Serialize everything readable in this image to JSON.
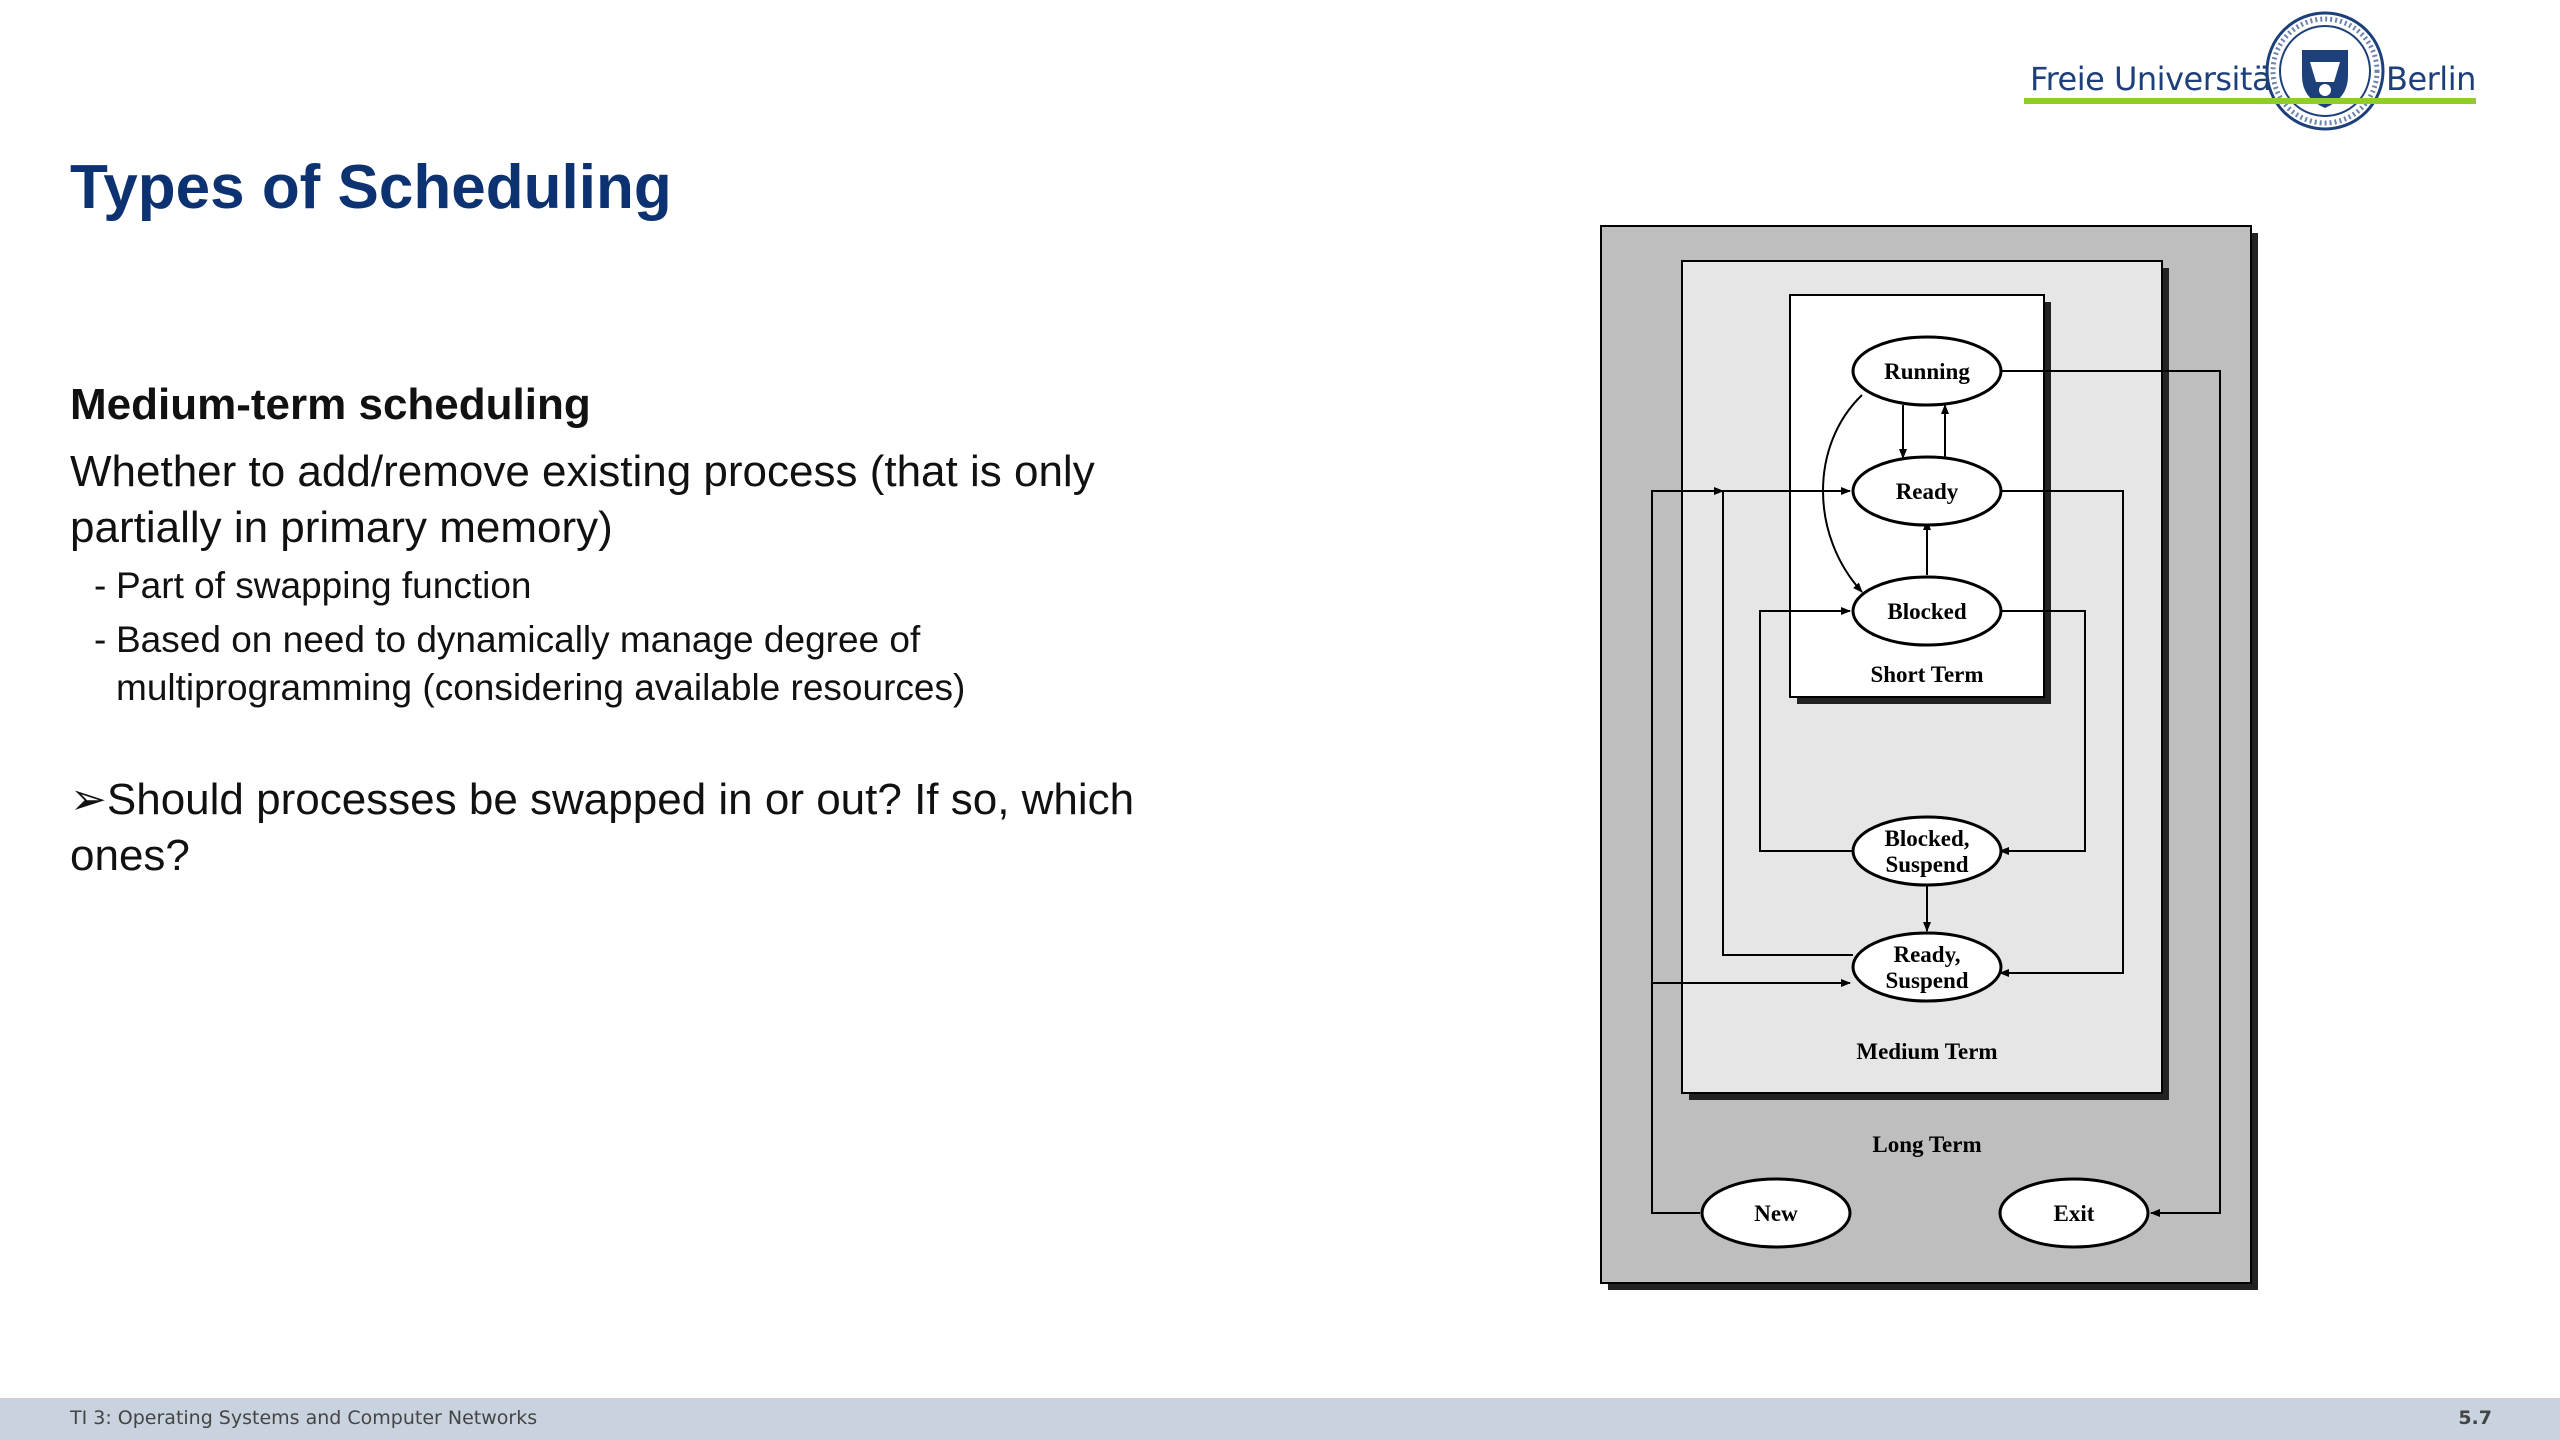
{
  "logo": {
    "left_text": "Freie Universität",
    "right_text": "Berlin"
  },
  "slide": {
    "title": "Types of Scheduling",
    "heading": "Medium-term scheduling",
    "lead": "Whether to add/remove existing process (that is only partially in primary memory)",
    "bullets": [
      {
        "dash": "-",
        "text": "Part of swapping function"
      },
      {
        "dash": "-",
        "text": "Based on need to dynamically manage degree of multiprogramming (considering available resources)"
      }
    ],
    "question": {
      "marker": "➢",
      "text": "Should processes be swapped in or out? If so, which ones?"
    }
  },
  "diagram": {
    "states": {
      "running": "Running",
      "ready": "Ready",
      "blocked": "Blocked",
      "blocked_suspend_1": "Blocked,",
      "blocked_suspend_2": "Suspend",
      "ready_suspend_1": "Ready,",
      "ready_suspend_2": "Suspend",
      "new": "New",
      "exit": "Exit"
    },
    "levels": {
      "short": "Short Term",
      "medium": "Medium Term",
      "long": "Long Term"
    }
  },
  "footer": {
    "course": "TI 3: Operating Systems and Computer Networks",
    "page": "5.7"
  }
}
